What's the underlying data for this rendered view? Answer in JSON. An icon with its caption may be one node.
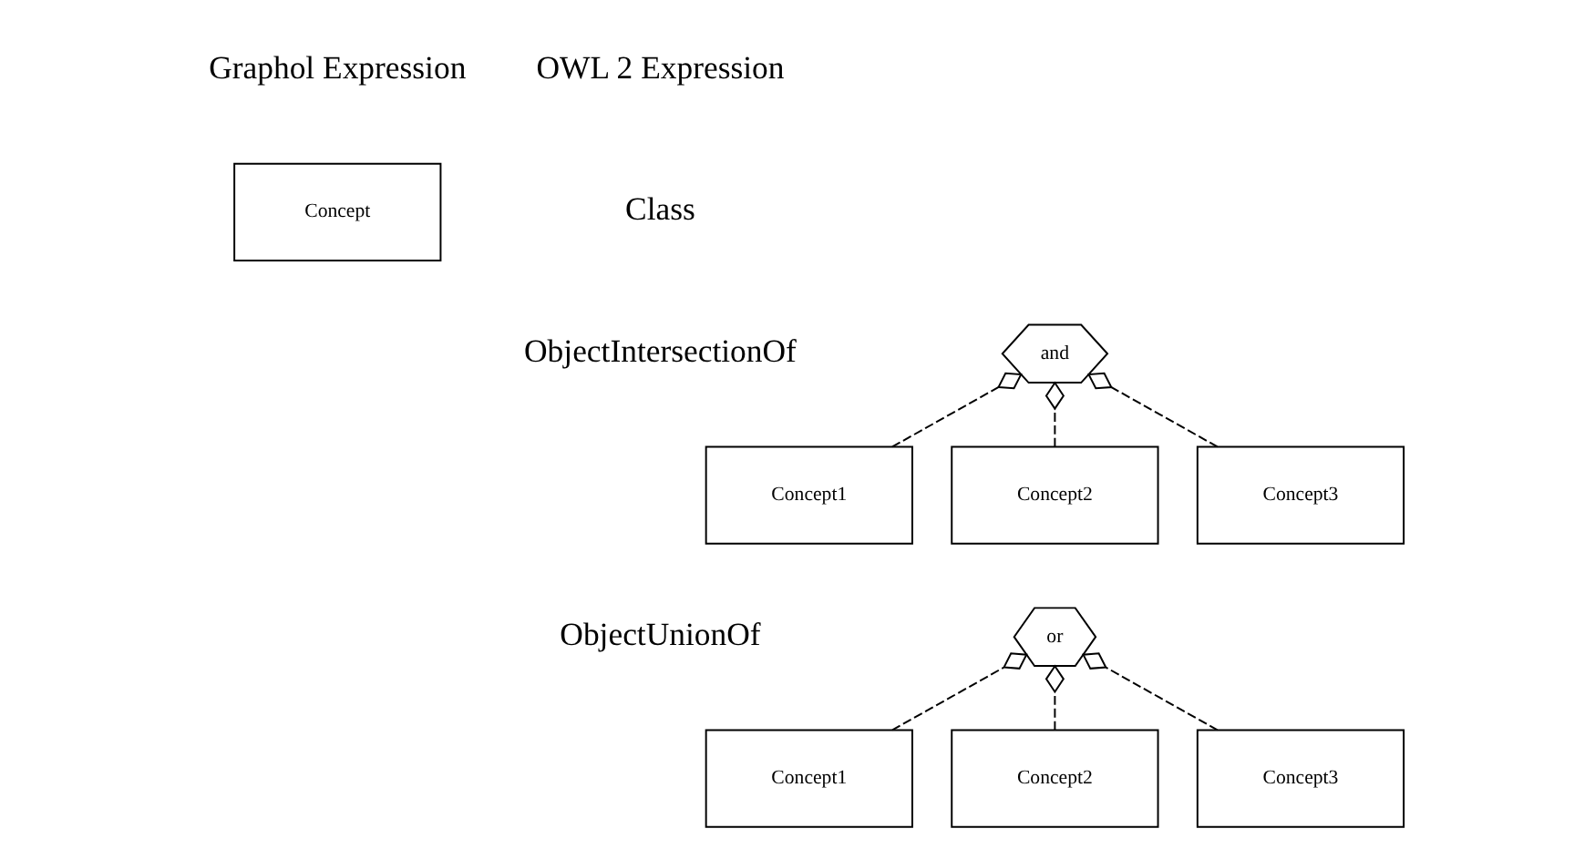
{
  "diagram": {
    "nodes": [
      {
        "text": [
          "Concept"
        ]
      },
      {
        "text": [
          "and"
        ]
      },
      {
        "text": [
          "Concept1"
        ]
      },
      {
        "text": [
          "Concept2"
        ]
      },
      {
        "text": [
          "Concept3"
        ]
      },
      {
        "text": [
          "or"
        ]
      },
      {
        "text": [
          "Concept1"
        ]
      },
      {
        "text": [
          "Concept2"
        ]
      },
      {
        "text": [
          "Concept3"
        ]
      }
    ],
    "edges": [
      {
        "from": 2,
        "to": 1,
        "arrow": "other",
        "style": "dashed"
      },
      {
        "from": 3,
        "to": 1,
        "arrow": "other",
        "style": "dashed"
      },
      {
        "from": 4,
        "to": 1,
        "arrow": "other",
        "style": "dashed"
      },
      {
        "from": 6,
        "to": 5,
        "arrow": "other",
        "style": "dashed"
      },
      {
        "from": 7,
        "to": 5,
        "arrow": "other",
        "style": "dashed"
      },
      {
        "from": 8,
        "to": 5,
        "arrow": "other",
        "style": "dashed"
      }
    ],
    "labels": [
      "Graphol Expression",
      "OWL 2 Expression",
      "Class",
      "ObjectIntersectionOf",
      "ObjectUnionOf"
    ]
  }
}
